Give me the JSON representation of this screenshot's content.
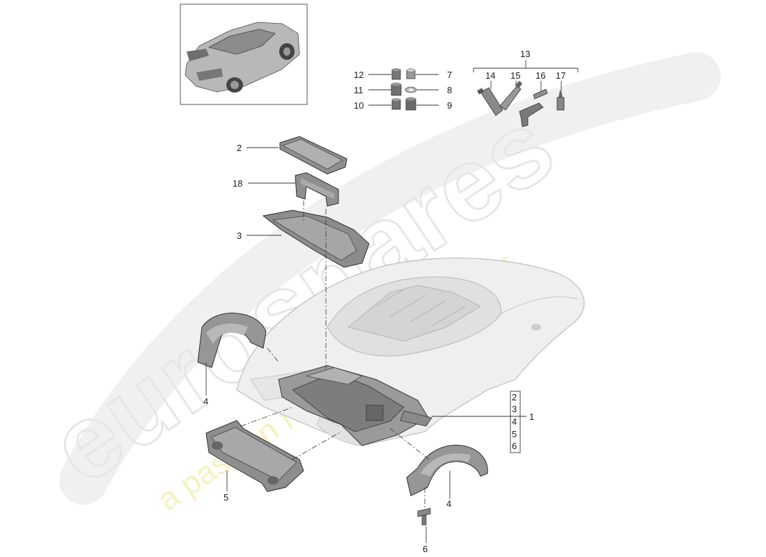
{
  "watermark": {
    "brand": "eurospares",
    "tagline": "a passion for parts since 1985"
  },
  "callouts": {
    "p1": "1",
    "p2": "2",
    "p3": "3",
    "p4a": "4",
    "p4b": "4",
    "p5": "5",
    "p6": "6",
    "p7": "7",
    "p8": "8",
    "p9": "9",
    "p10": "10",
    "p11": "11",
    "p12": "12",
    "p13": "13",
    "p14": "14",
    "p15": "15",
    "p16": "16",
    "p17": "17",
    "p18": "18"
  },
  "group_box": [
    "2",
    "3",
    "4",
    "5",
    "6"
  ]
}
